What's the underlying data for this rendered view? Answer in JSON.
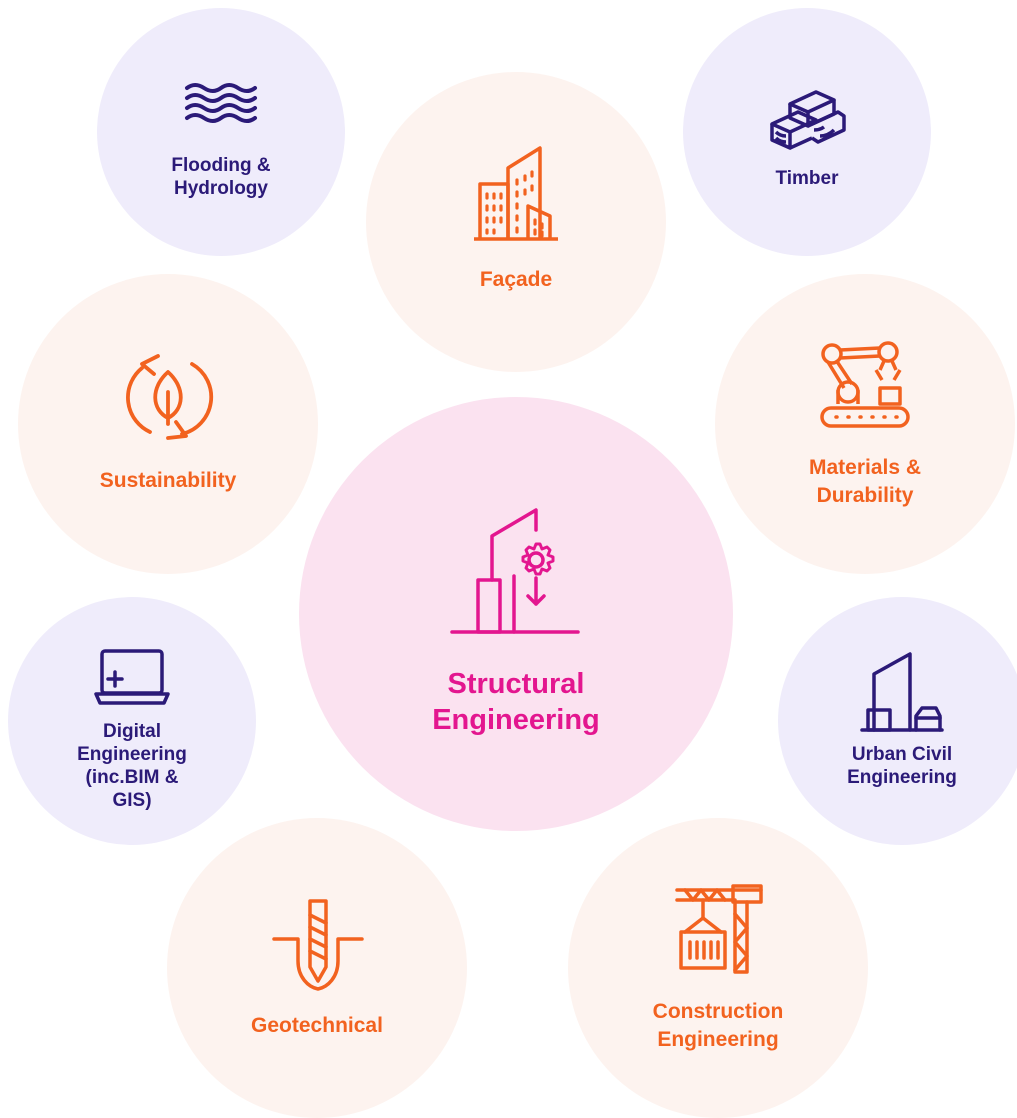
{
  "center": {
    "label": "Structural\nEngineering",
    "icon": "crane-building-gear-icon"
  },
  "nodes": [
    {
      "key": "flooding",
      "label": "Flooding &\nHydrology",
      "icon": "waves-icon"
    },
    {
      "key": "facade",
      "label": "Façade",
      "icon": "buildings-icon"
    },
    {
      "key": "timber",
      "label": "Timber",
      "icon": "timber-stack-icon"
    },
    {
      "key": "sustainability",
      "label": "Sustainability",
      "icon": "recycle-leaf-icon"
    },
    {
      "key": "materials",
      "label": "Materials &\nDurability",
      "icon": "robot-arm-conveyor-icon"
    },
    {
      "key": "digital",
      "label": "Digital\nEngineering\n(inc.BIM &\nGIS)",
      "icon": "laptop-icon"
    },
    {
      "key": "urban",
      "label": "Urban Civil\nEngineering",
      "icon": "urban-building-car-icon"
    },
    {
      "key": "geotechnical",
      "label": "Geotechnical",
      "icon": "drill-pile-icon"
    },
    {
      "key": "construction",
      "label": "Construction\nEngineering",
      "icon": "tower-crane-container-icon"
    }
  ],
  "colors": {
    "purple": "#2b1a78",
    "orange": "#f2621f",
    "pink": "#e3168f",
    "lavender": "#efecfb",
    "peach": "#fdf3ef",
    "pink_bg": "#fbe2f0"
  }
}
